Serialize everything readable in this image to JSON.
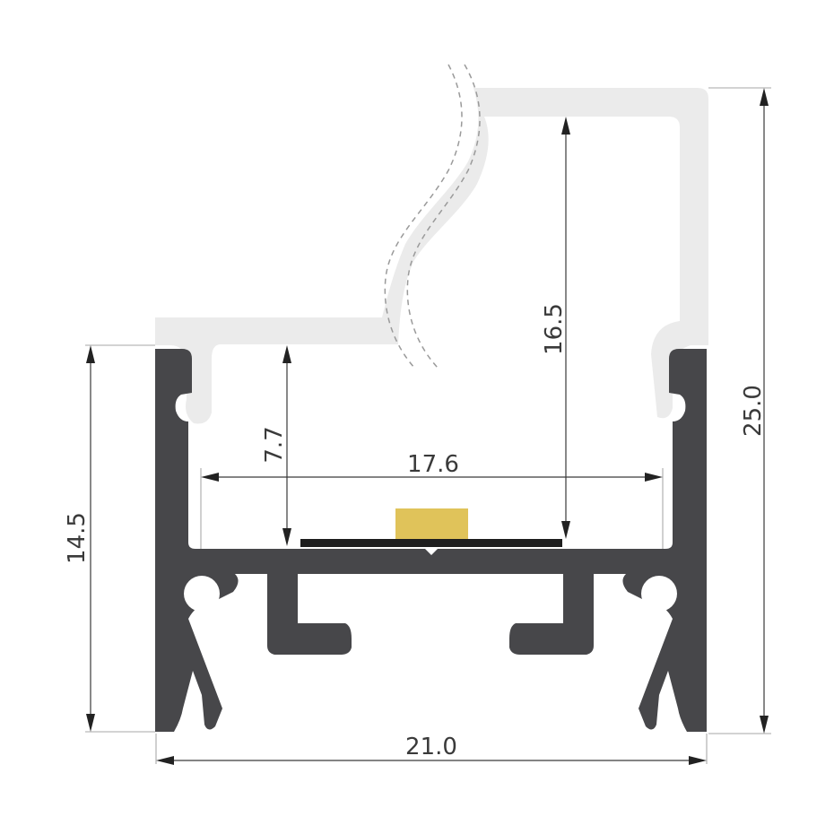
{
  "colors": {
    "aluminium": "#47474a",
    "diffuser": "#ebebeb",
    "led_strip": "#1e1e1e",
    "led_chip": "#e0c35a",
    "dimension": "#3a3a3a"
  },
  "dimensions": {
    "overall_width": "21.0",
    "overall_height": "25.0",
    "profile_height": "14.5",
    "inner_width": "17.6",
    "led_to_rim": "7.7",
    "led_to_top": "16.5"
  }
}
